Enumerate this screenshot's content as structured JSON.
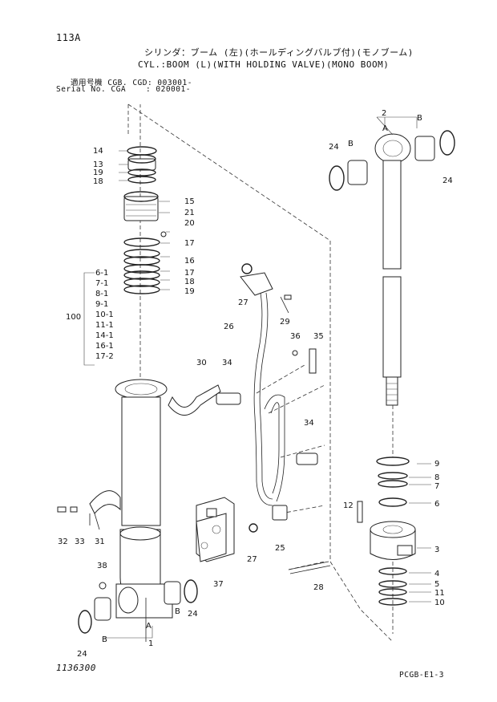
{
  "header": {
    "page_no": "113A",
    "title_jp": "シリンダ：ブーム (左)(ホールディングバルブ付)(モノブーム)",
    "title_en": "CYL.:BOOM (L)(WITH HOLDING VALVE)(MONO BOOM)",
    "serial_line1": "適用号機 CGB. CGD: 003001-",
    "serial_line2": "Serial No. CGA    : 020001-"
  },
  "footer": {
    "drawing_no": "1136300",
    "ref_code": "PCGB-E1-3"
  },
  "group": {
    "label": "100",
    "items": [
      "6-1",
      "7-1",
      "8-1",
      "9-1",
      "10-1",
      "11-1",
      "14-1",
      "16-1",
      "17-2"
    ]
  },
  "callouts": {
    "c1": "1",
    "c2": "2",
    "c3": "3",
    "c4": "4",
    "c5": "5",
    "c6": "6",
    "c7": "7",
    "c8": "8",
    "c9": "9",
    "c10": "10",
    "c11": "11",
    "c12": "12",
    "c13": "13",
    "c14": "14",
    "c15": "15",
    "c16": "16",
    "c17a": "17",
    "c17b": "17",
    "c18a": "18",
    "c18b": "18",
    "c19a": "19",
    "c19b": "19",
    "c20": "20",
    "c21": "21",
    "c24a": "24",
    "c24b": "24",
    "c24c": "24",
    "c24d": "24",
    "c25": "25",
    "c26": "26",
    "c27a": "27",
    "c27b": "27",
    "c28": "28",
    "c29": "29",
    "c30": "30",
    "c31": "31",
    "c32": "32",
    "c33": "33",
    "c34a": "34",
    "c34b": "34",
    "c35": "35",
    "c36": "36",
    "c37": "37",
    "c38": "38",
    "A1": "A",
    "A2": "A",
    "B1": "B",
    "B2": "B",
    "B3": "B",
    "B4": "B"
  }
}
